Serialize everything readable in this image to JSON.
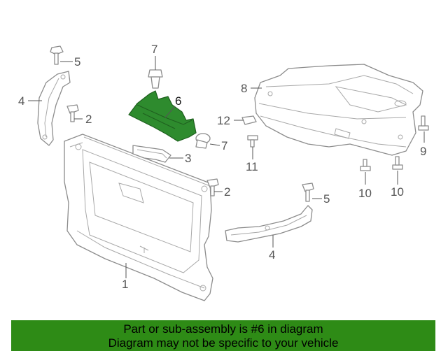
{
  "diagram": {
    "callouts": {
      "c1": "1",
      "c2a": "2",
      "c2b": "2",
      "c3": "3",
      "c4a": "4",
      "c4b": "4",
      "c5a": "5",
      "c5b": "5",
      "c6": "6",
      "c7a": "7",
      "c7b": "7",
      "c8": "8",
      "c9": "9",
      "c10a": "10",
      "c10b": "10",
      "c11": "11",
      "c12": "12"
    },
    "colors": {
      "highlight": "#2e8b2e",
      "banner": "#2e8b16",
      "line": "#8c8c8c"
    }
  },
  "banner": {
    "line1": "Part or sub-assembly is #6 in diagram",
    "line2": "Diagram may not be specific to your vehicle"
  }
}
